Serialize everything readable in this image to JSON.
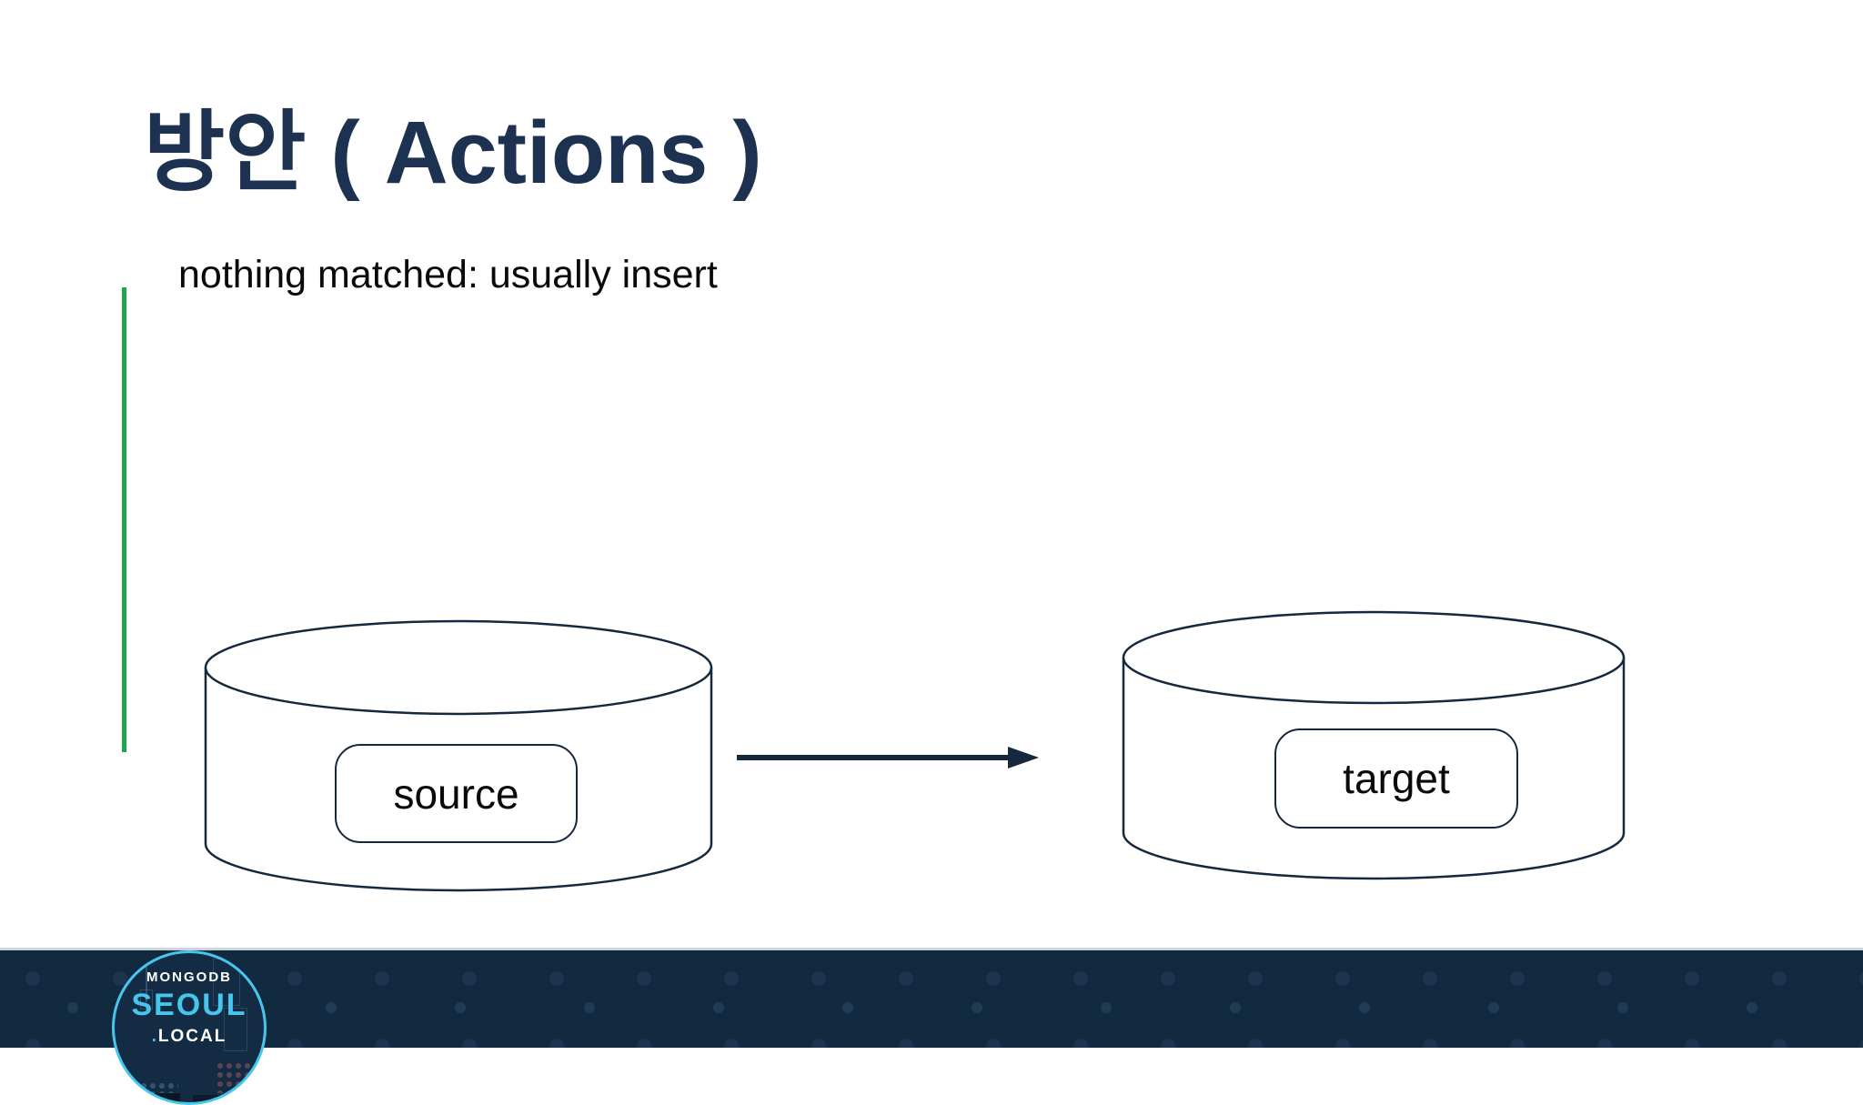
{
  "slide": {
    "title": "방안 ( Actions )",
    "subtitle": "nothing matched: usually insert"
  },
  "diagram": {
    "type": "flow",
    "nodes": [
      {
        "id": "source",
        "label": "source",
        "shape": "database-cylinder"
      },
      {
        "id": "target",
        "label": "target",
        "shape": "database-cylinder"
      }
    ],
    "edges": [
      {
        "from": "source",
        "to": "target",
        "style": "solid-arrow-right"
      }
    ]
  },
  "footer": {
    "logo": {
      "brand": "MONGODB",
      "city": "SEOUL",
      "suffix_dot": ".",
      "suffix": "LOCAL"
    }
  },
  "colors": {
    "title_navy": "#1d3150",
    "shape_stroke_navy": "#15283e",
    "accent_green": "#1fa551",
    "footer_navy": "#122a40",
    "footer_dot": "#1d3451",
    "footer_top_line": "#ccd5dc",
    "logo_cyan": "#46c6ee",
    "label_text": "#0a0a0a"
  }
}
